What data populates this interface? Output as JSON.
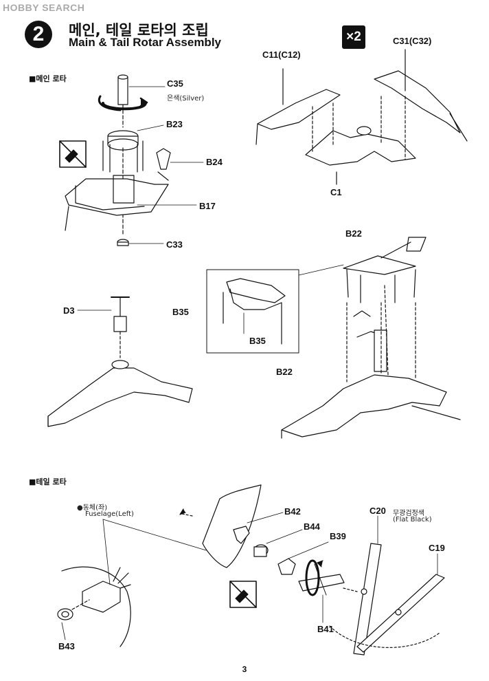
{
  "watermark": "HOBBY SEARCH",
  "step": {
    "number": "2",
    "title_ko": "메인, 테일 로타의 조립",
    "title_en": "Main & Tail Rotar Assembly",
    "multiplier": "×2"
  },
  "sections": {
    "main_rotor": "■메인 로타",
    "tail_rotor": "■테일 로타"
  },
  "parts": {
    "c35": "C35",
    "c35_note": "은색(Silver)",
    "b23": "B23",
    "b24": "B24",
    "b17": "B17",
    "c33": "C33",
    "c11": "C11(C12)",
    "c31": "C31(C32)",
    "c1": "C1",
    "b22_top": "B22",
    "b22_mid": "B22",
    "d3": "D3",
    "b35_a": "B35",
    "b35_b": "B35",
    "fuselage_ko": "●동체(좌)",
    "fuselage_en": "Fuselage(Left)",
    "b42": "B42",
    "b44": "B44",
    "b39": "B39",
    "b41": "B41",
    "b43": "B43",
    "c20": "C20",
    "c20_note_ko": "무광검정색",
    "c20_note_en": "(Flat Black)",
    "c19": "C19"
  },
  "page_number": "3",
  "colors": {
    "ink": "#111111",
    "background": "#ffffff",
    "watermark": "#aaaaaa"
  }
}
